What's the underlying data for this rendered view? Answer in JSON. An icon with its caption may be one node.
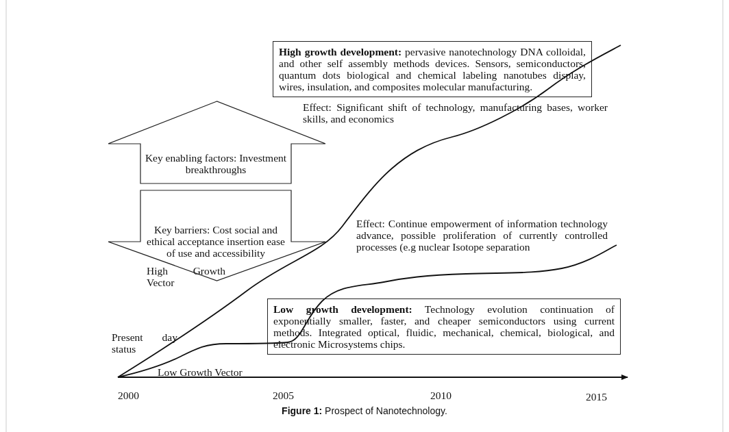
{
  "diagram": {
    "caption": "**Figure 1:** Prospect of Nanotechnology.",
    "nodes": [
      {
        "text": [
          "**High growth development:** pervasive nanotechnology DNA colloidal, and other self assembly methods devices. Sensors, semiconductors, quantum dots biological and chemical labeling nanotubes display, wires, insulation, and composites molecular manufacturing."
        ]
      },
      {
        "text": [
          "Key enabling factors: Investment breakthroughs"
        ]
      },
      {
        "text": [
          "Key barriers: Cost social and ethical acceptance insertion ease of use and accessibility"
        ]
      },
      {
        "text": [
          "**Low growth development:** Technology evolution continuation of exponentially smaller, faster, and cheaper semiconductors using current methods. Integrated optical, fluidic, mechanical, chemical, biological, and electronic Microsystems chips."
        ]
      }
    ],
    "edges": [],
    "labels": [
      "Effect: Significant shift of technology, manufacturing bases, worker skills, and economics",
      "Effect: Continue empowerment of information technology advance, possible proliferation of currently controlled processes (e.g nuclear Isotope separation",
      "High Growth Vector",
      "Present day status",
      "Low Growth Vector",
      "2000",
      "2005",
      "2010",
      "2015"
    ]
  }
}
